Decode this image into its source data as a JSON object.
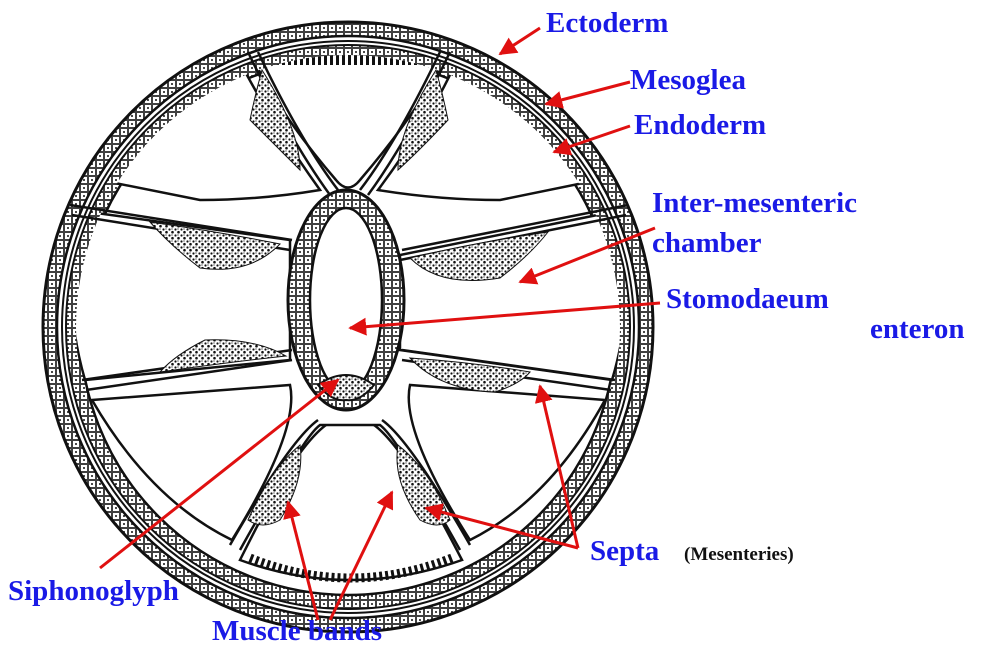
{
  "labels": {
    "ectoderm": "Ectoderm",
    "mesoglea": "Mesoglea",
    "endoderm": "Endoderm",
    "inter_mesenteric_1": "Inter-mesenteric",
    "inter_mesenteric_2": "chamber",
    "stomodaeum": "Stomodaeum",
    "enteron": "enteron",
    "septa": "Septa",
    "septa_sub": "(Mesenteries)",
    "siphonoglyph": "Siphonoglyph",
    "muscle_bands": "Muscle bands"
  },
  "colors": {
    "label_blue": "#1a1ae6",
    "arrow_red": "#e01010",
    "ink": "#111111"
  }
}
